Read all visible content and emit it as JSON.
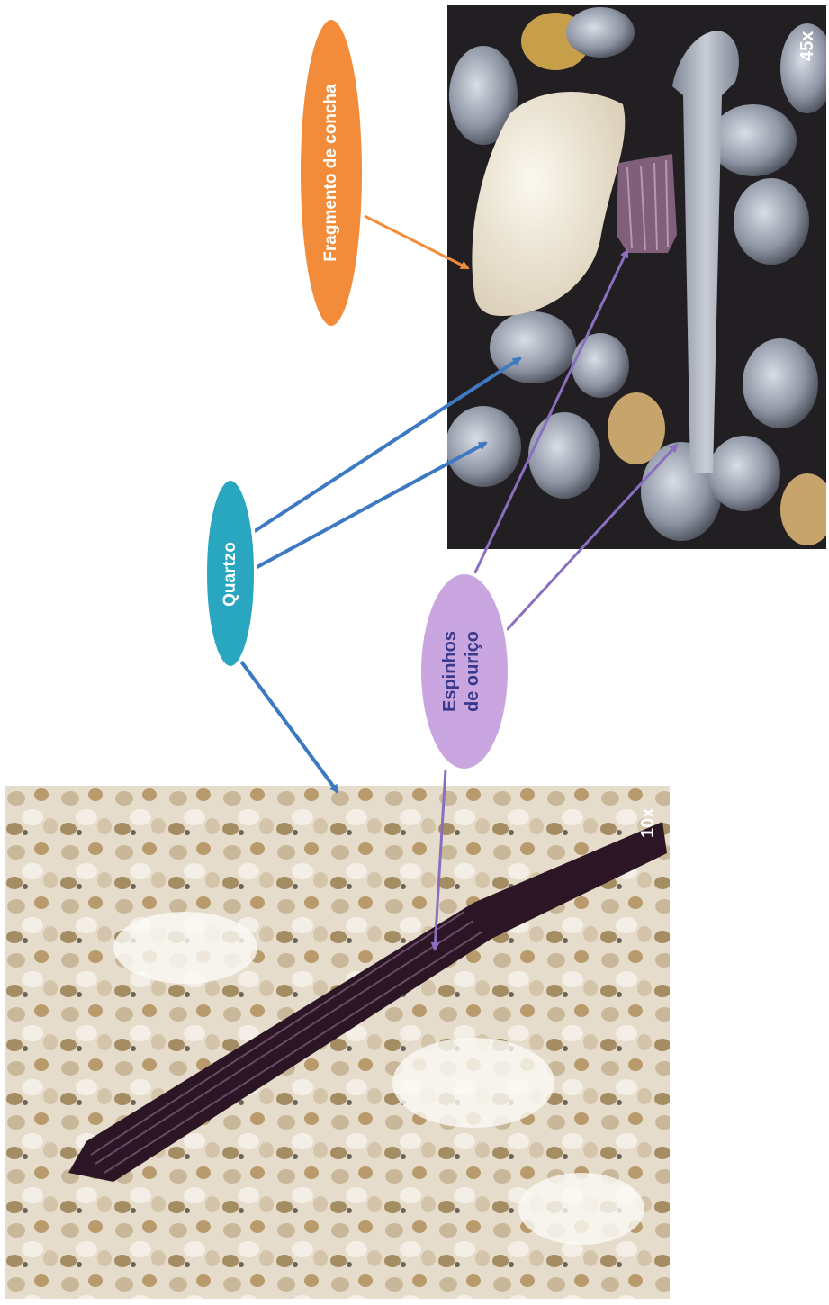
{
  "photos": {
    "magnified_45x": {
      "magnification": "45x"
    },
    "magnified_10x": {
      "magnification": "10x"
    }
  },
  "labels": {
    "shell_fragment": "Fragmento de concha",
    "quartz": "Quartzo",
    "urchin_spines_line1": "Espinhos",
    "urchin_spines_line2": "de ouriço"
  },
  "colors": {
    "shell_fragment": "#f28c3a",
    "quartz": "#2aa7c0",
    "urchin_spines": "#c9a6e0",
    "urchin_spines_text": "#3a3a8c",
    "quartz_arrow": "#3d79c3",
    "urchin_arrow": "#8a6fc0"
  }
}
